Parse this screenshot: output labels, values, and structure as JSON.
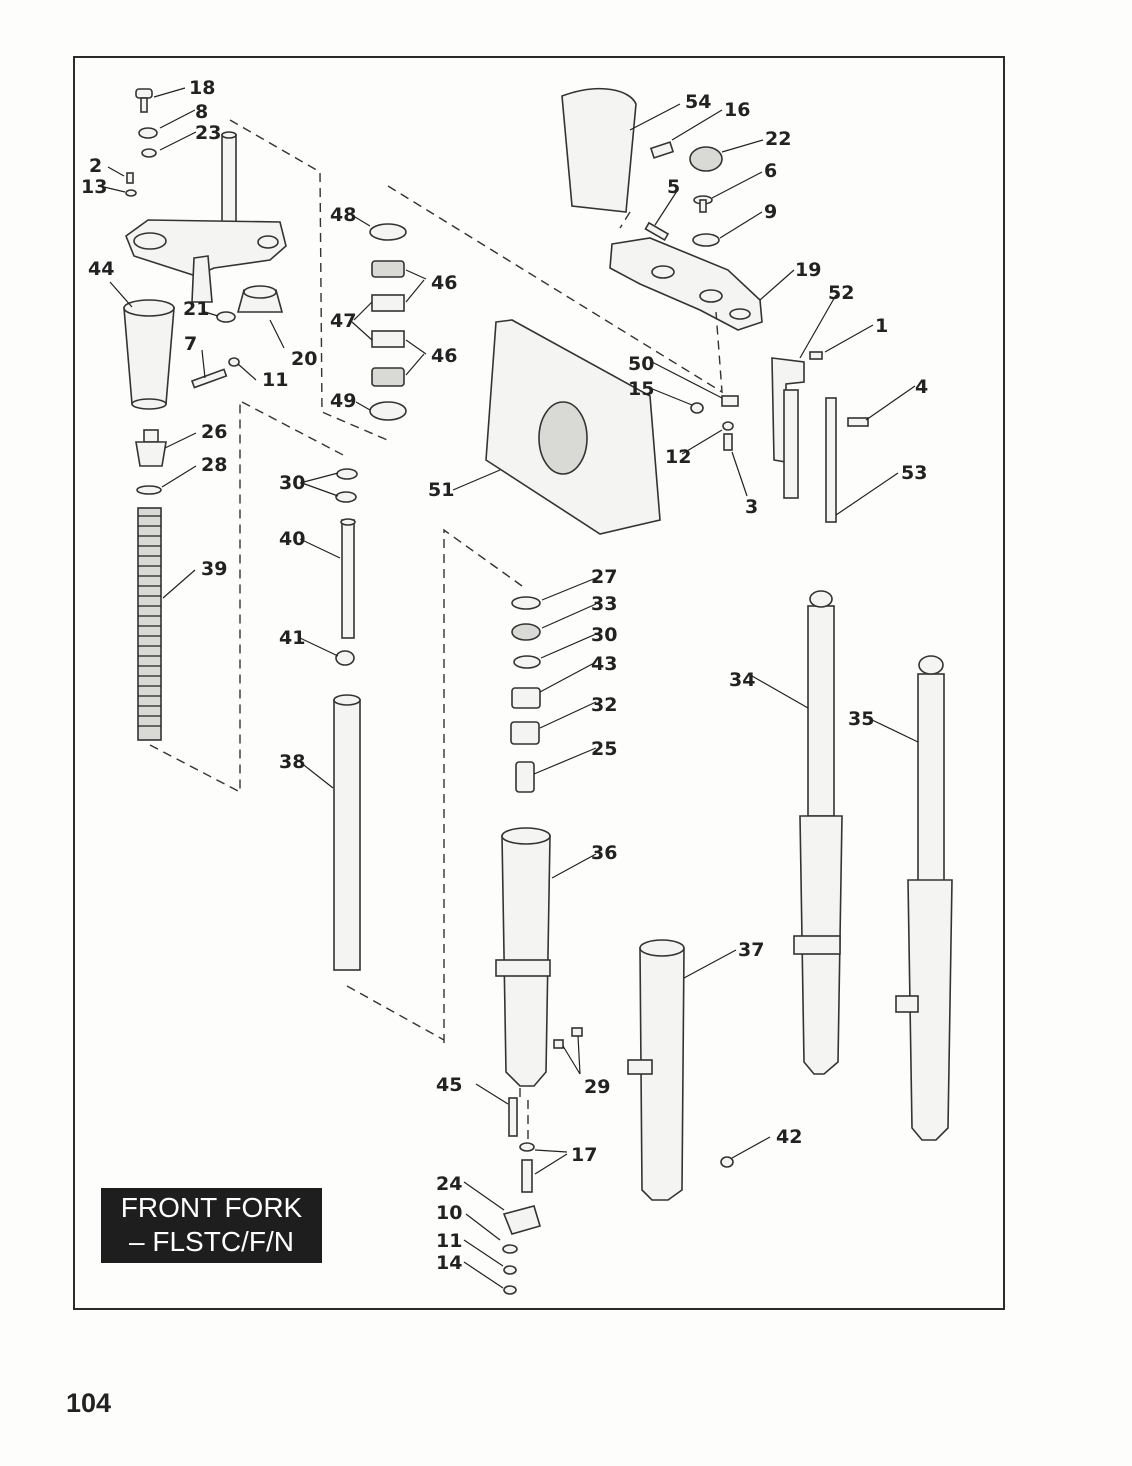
{
  "title": {
    "line1": "FRONT FORK",
    "line2": "– FLSTC/F/N"
  },
  "page_number": "104",
  "callouts": [
    "18",
    "8",
    "23",
    "2",
    "13",
    "44",
    "21",
    "20",
    "7",
    "11",
    "26",
    "28",
    "39",
    "30",
    "40",
    "41",
    "38",
    "48",
    "46",
    "47",
    "46",
    "49",
    "54",
    "16",
    "22",
    "6",
    "5",
    "9",
    "19",
    "52",
    "1",
    "51",
    "50",
    "15",
    "12",
    "3",
    "4",
    "53",
    "27",
    "33",
    "30",
    "43",
    "32",
    "25",
    "36",
    "45",
    "29",
    "17",
    "24",
    "10",
    "11",
    "14",
    "37",
    "42",
    "34",
    "35"
  ]
}
